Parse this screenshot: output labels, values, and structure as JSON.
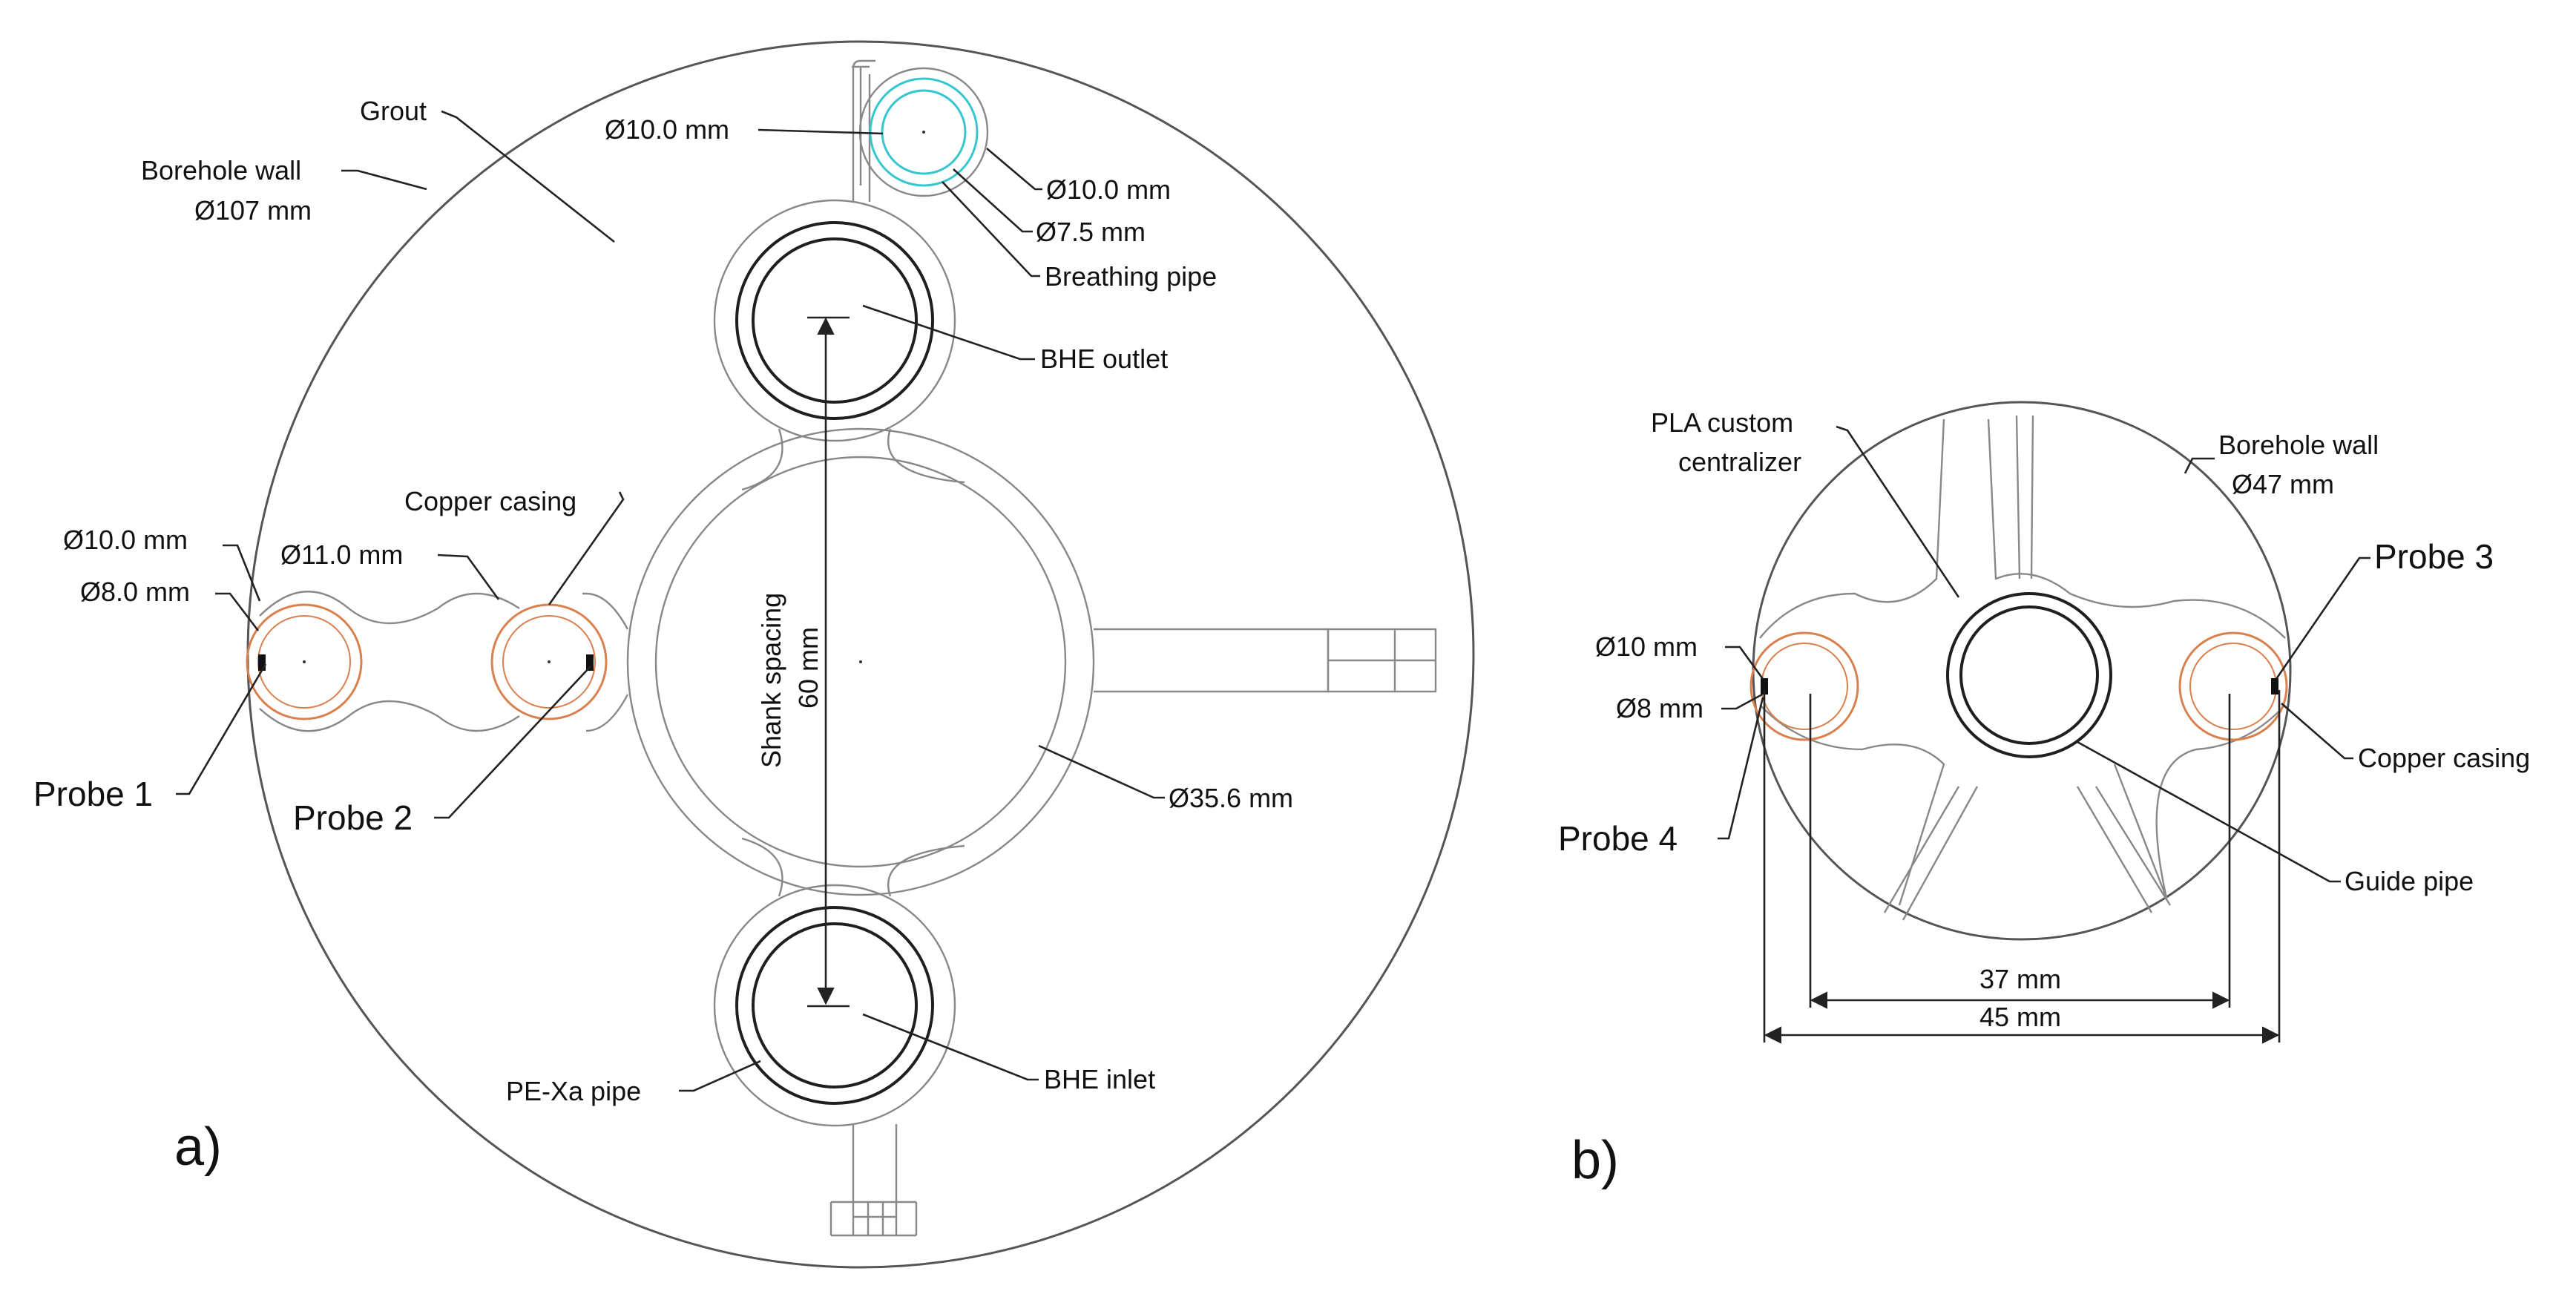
{
  "panel_a": {
    "tag": "a)",
    "labels": {
      "grout": "Grout",
      "borehole_wall": "Borehole wall",
      "borehole_dia": "Ø107 mm",
      "d10_top": "Ø10.0 mm",
      "d10_right": "Ø10.0 mm",
      "d75": "Ø7.5 mm",
      "breathing_pipe": "Breathing pipe",
      "bhe_outlet": "BHE outlet",
      "copper_casing": "Copper casing",
      "d10_left": "Ø10.0 mm",
      "d11": "Ø11.0 mm",
      "d8": "Ø8.0 mm",
      "shank_spacing": "Shank spacing",
      "shank_value": "60 mm",
      "d356": "Ø35.6 mm",
      "probe1": "Probe 1",
      "probe2": "Probe 2",
      "pexa_pipe": "PE-Xa pipe",
      "bhe_inlet": "BHE inlet"
    }
  },
  "panel_b": {
    "tag": "b)",
    "labels": {
      "pla_line1": "PLA custom",
      "pla_line2": "centralizer",
      "borehole_wall": "Borehole wall",
      "borehole_dia": "Ø47 mm",
      "probe3": "Probe 3",
      "d10": "Ø10 mm",
      "d8": "Ø8 mm",
      "copper_casing": "Copper casing",
      "probe4": "Probe 4",
      "guide_pipe": "Guide pipe",
      "dim37": "37 mm",
      "dim45": "45 mm"
    }
  },
  "colors": {
    "copper": "#d9804f",
    "breathing_pipe": "#35c7cf",
    "pe_pipe": "#1f1f1f",
    "outline": "#555555"
  }
}
